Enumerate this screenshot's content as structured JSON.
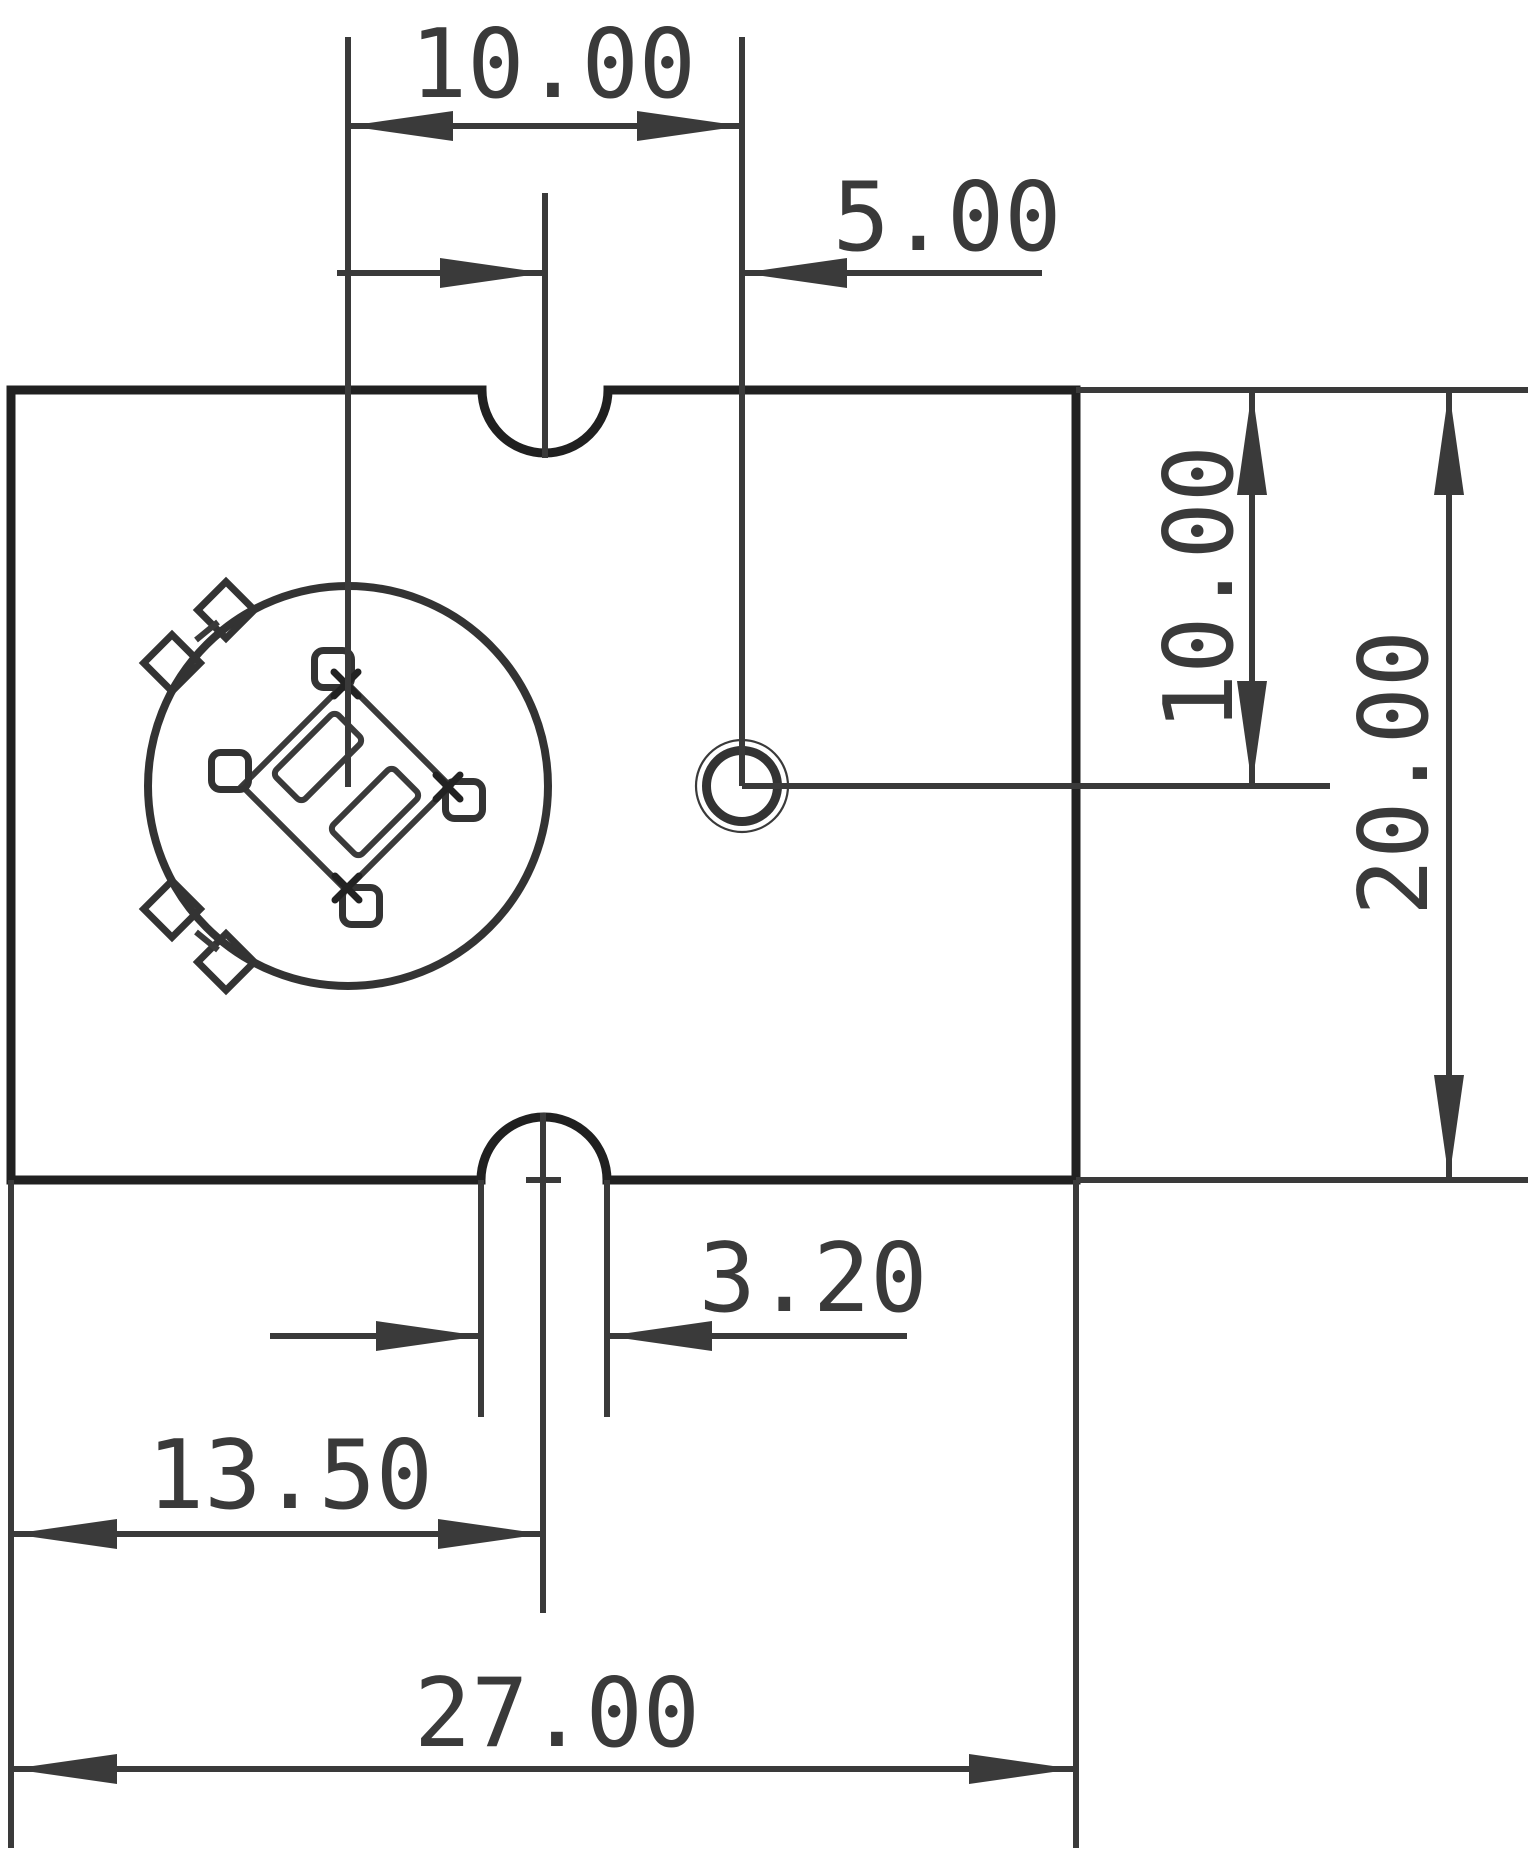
{
  "drawing": {
    "title": "plate-dimension-drawing",
    "background_color": "#ffffff",
    "line_color": "#3a3a3a",
    "outline_color": "#202020",
    "dimensions": {
      "sensor_to_hole_horizontal": {
        "label": "10.00"
      },
      "notch_to_hole_horizontal": {
        "label": "5.00"
      },
      "top_edge_to_hole_vertical": {
        "label": "10.00"
      },
      "plate_height": {
        "label": "20.00"
      },
      "slot_width": {
        "label": "3.20"
      },
      "slot_center_from_left": {
        "label": "13.50"
      },
      "plate_width": {
        "label": "27.00"
      }
    }
  }
}
